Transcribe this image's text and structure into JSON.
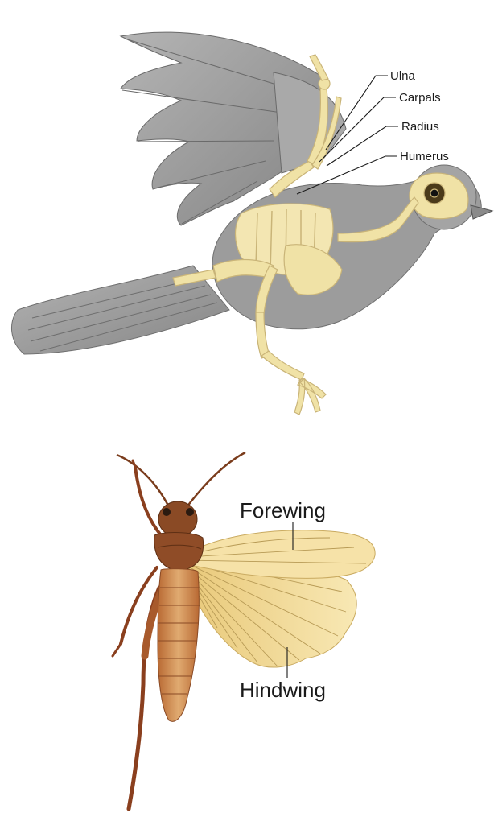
{
  "bird": {
    "labels": [
      "Ulna",
      "Carpals",
      "Radius",
      "Humerus"
    ]
  },
  "insect": {
    "labels": [
      "Forewing",
      "Hindwing"
    ]
  },
  "colors": {
    "feather_gray": "#9a9a9a",
    "feather_dark": "#7c7c7c",
    "bone": "#f0e2a6",
    "bone_edge": "#c9b478",
    "body_brown": "#8a4a25",
    "body_light": "#c98a56",
    "wing_yellow": "#f4dc98",
    "wing_vein": "#b79a55"
  }
}
